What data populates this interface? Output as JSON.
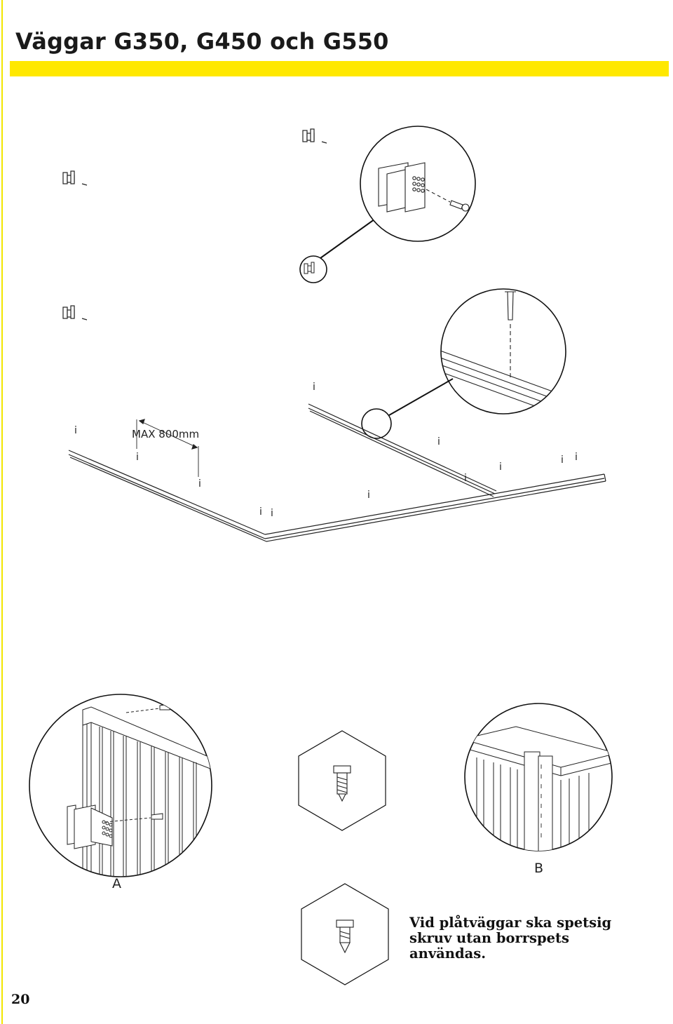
{
  "header": {
    "title": "Väggar G350, G450 och G550",
    "accent_color": "#ffe800"
  },
  "diagram": {
    "dimension_label": "MAX 800mm",
    "detail_a_label": "A",
    "detail_b_label": "B",
    "marker_glyph": "i",
    "screw_icons": [
      "drill-point-screw-icon",
      "sharp-point-screw-icon"
    ]
  },
  "note": {
    "text": "Vid plåtväggar ska spetsig skruv utan borrspets användas."
  },
  "footer": {
    "page_number": "20"
  }
}
